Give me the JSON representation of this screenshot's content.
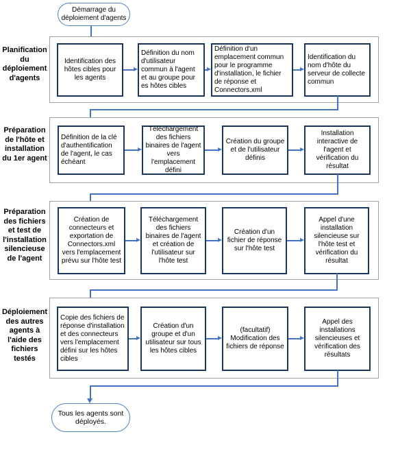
{
  "colors": {
    "box_border": "#17375e",
    "arrow": "#4472c4",
    "container_border": "#a0a0a0",
    "oval_border": "#4f81bd"
  },
  "start": "Démarrage du déploiement d'agents",
  "end": "Tous les agents sont déployés.",
  "rows": [
    {
      "label": "Planification du déploiement d'agents",
      "boxes": [
        "Identification des hôtes cibles pour les agents",
        "Définition du nom d'utilisateur commun à l'agent et au groupe pour es hôtes cibles",
        "Définition d'un emplacement commun pour le programme d'installation, le fichier de réponse et Connectors.xml",
        "Identification du nom d'hôte du serveur de collecte commun"
      ]
    },
    {
      "label": "Préparation de l'hôte et installation du 1er agent",
      "boxes": [
        "Définition de la clé d'authentification de l'agent, le cas échéant",
        "Téléchargement des fichiers binaires de l'agent vers l'emplacement défini",
        "Création du groupe et de l'utilisateur définis",
        "Installation interactive de l'agent et vérification du résultat"
      ]
    },
    {
      "label": "Préparation des fichiers et test de l'installation silencieuse de l'agent",
      "boxes": [
        "Création de connecteurs et exportation de Connectors.xml vers l'emplacement prévu sur l'hôte test",
        "Téléchargement des fichiers binaires de l'agent et création de l'utilisateur sur l'hôte test",
        "Création d'un fichier de réponse sur l'hôte test",
        "Appel d'une installation silencieuse sur l'hôte test et vérification du résultat"
      ]
    },
    {
      "label": "Déploiement des autres agents à l'aide des fichiers testés",
      "boxes": [
        "Copie des fichiers de réponse d'installation et des connecteurs vers l'emplacement défini sur les hôtes cibles",
        "Création d'un groupe et d'un utilisateur sur tous les hôtes cibles",
        "(facultatif) Modification des fichiers de réponse",
        "Appel des installations silencieuses et vérification des résultats"
      ]
    }
  ]
}
